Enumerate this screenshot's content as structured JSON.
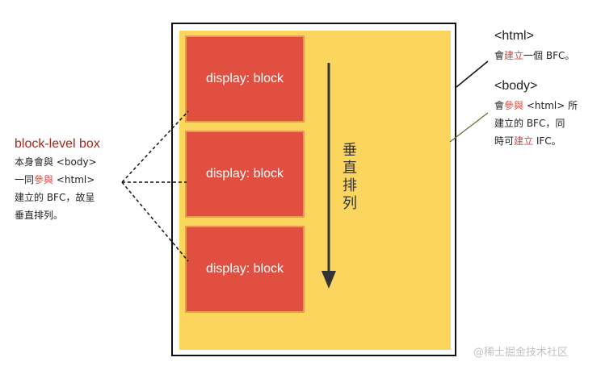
{
  "blocks": [
    {
      "label": "display: block"
    },
    {
      "label": "display: block"
    },
    {
      "label": "display: block"
    }
  ],
  "vertical_text": "垂直排列",
  "html_note": {
    "title": "<html>",
    "text_before": "會",
    "text_highlight": "建立",
    "text_after": "一個 BFC。"
  },
  "body_note": {
    "title": "<body>",
    "line1_before": "會",
    "line1_highlight": "參與",
    "line1_after": " <html> 所",
    "line2": "建立的 BFC，同",
    "line3_before": "時可",
    "line3_highlight": "建立",
    "line3_after": " IFC。"
  },
  "block_note": {
    "title": "block-level box",
    "line1": "本身會與 <body>",
    "line2_before": "一同",
    "line2_highlight": "參與",
    "line2_after": " <html>",
    "line3": "建立的 BFC，故呈",
    "line4": "垂直排列。"
  },
  "watermark": "@稀土掘金技术社区",
  "colors": {
    "html_border": "#111111",
    "body_fill": "#fcd55f",
    "block_fill": "#e04f3f",
    "highlight": "#e0463a"
  }
}
